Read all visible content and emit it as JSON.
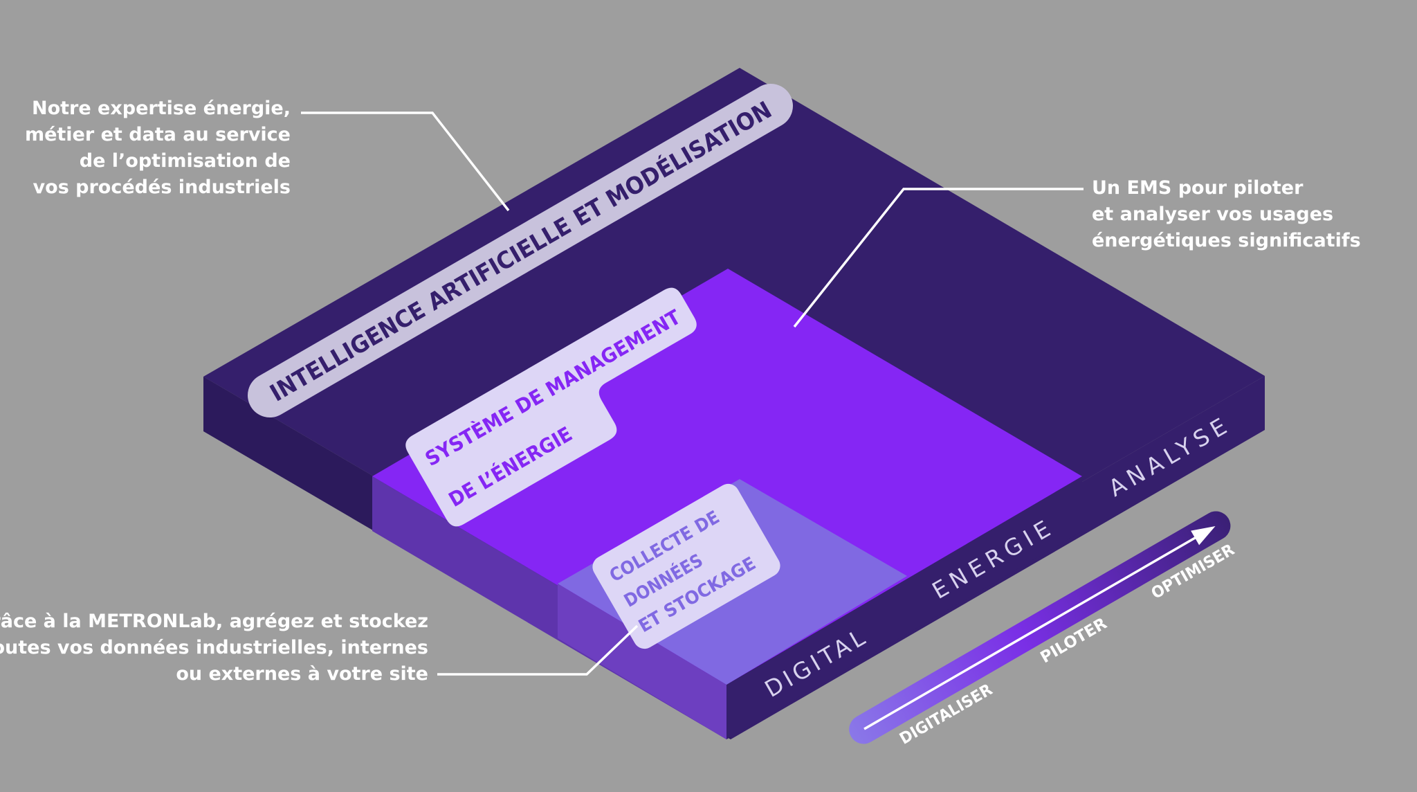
{
  "layers": {
    "ai": "INTELLIGENCE ARTIFICIELLE ET MODÉLISATION",
    "ems": [
      "SYSTÈME DE MANAGEMENT",
      "DE L’ÉNERGIE"
    ],
    "data": [
      "COLLECTE DE",
      "DONNÉES",
      "ET STOCKAGE"
    ]
  },
  "side_labels": {
    "digital": "DIGITAL",
    "energie": "ENERGIE",
    "analyse": "ANALYSE"
  },
  "arrow_steps": {
    "digitaliser": "DIGITALISER",
    "piloter": "PILOTER",
    "optimiser": "OPTIMISER"
  },
  "callouts": {
    "ai": [
      "Notre expertise énergie,",
      "métier et data au service",
      "de l’optimisation de",
      "vos procédés industriels"
    ],
    "ems": [
      "Un EMS pour piloter",
      "et analyser vos usages",
      "énergétiques significatifs"
    ],
    "lab": [
      "Grâce à la METRONLab, agrégez et stockez",
      "toutes vos données industrielles, internes",
      "ou externes à votre site"
    ]
  },
  "colors": {
    "background": "#9e9e9e",
    "ai_layer": "#351f6c",
    "ems_layer": "#8526f4",
    "data_layer": "#8069e2",
    "label_pill": "#c8c2dc",
    "white": "#ffffff"
  }
}
